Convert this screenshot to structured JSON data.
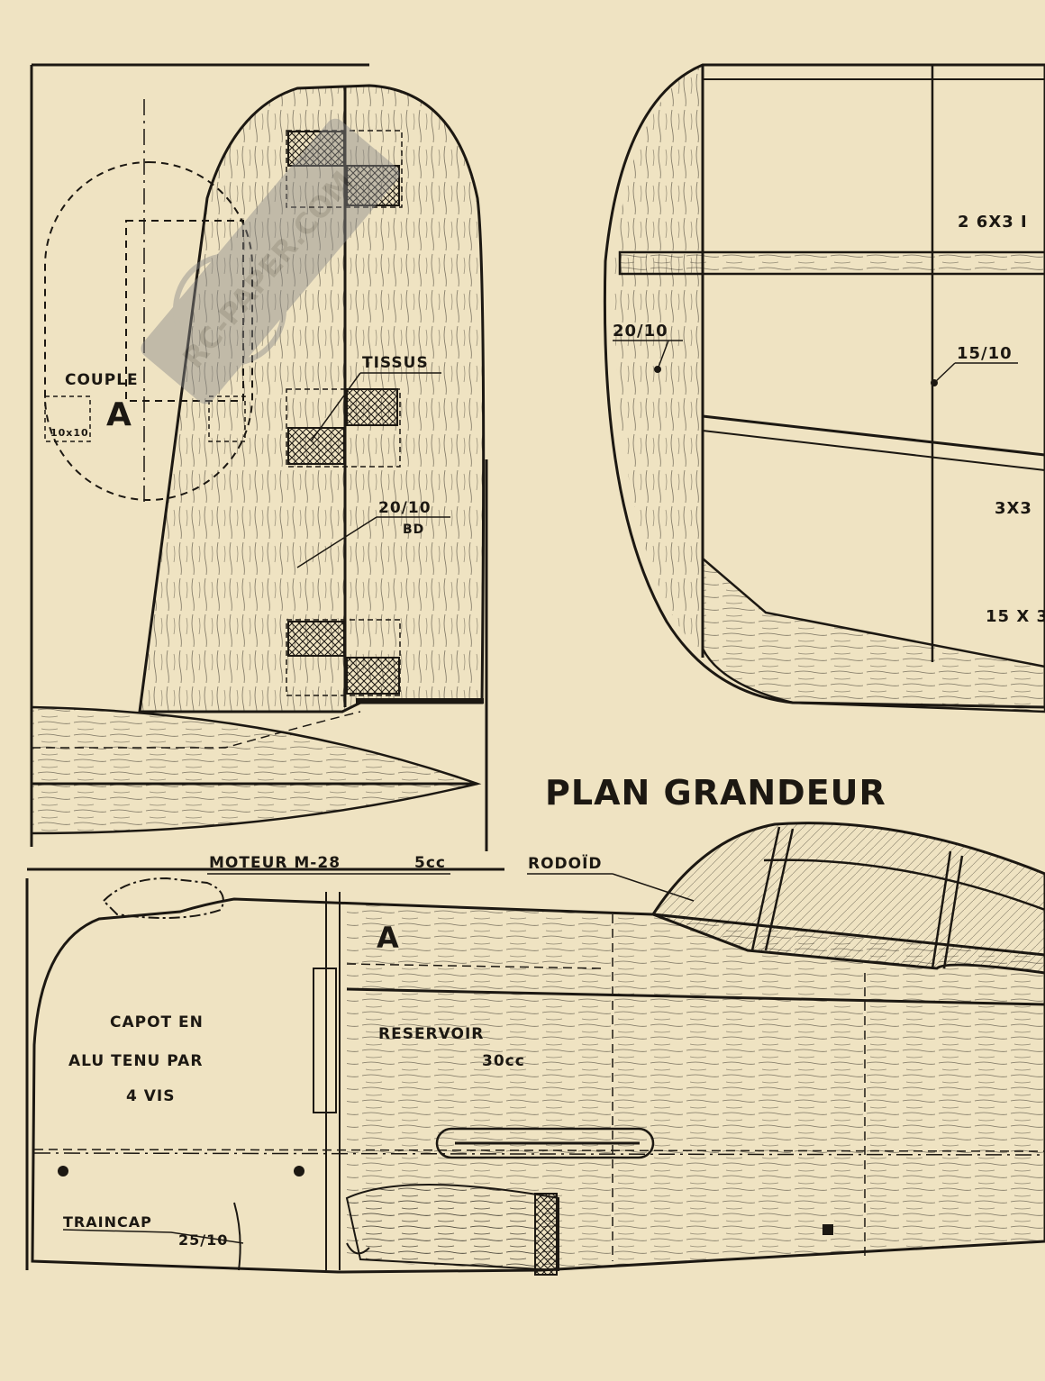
{
  "title": "PLAN GRANDEUR",
  "watermark": "RC-PAPER.COM",
  "colors": {
    "paper": "#efe3c2",
    "ink": "#1c1812",
    "wood": "#d9c79c",
    "watermark": "#7a7a7a"
  },
  "labels": {
    "couple": "COUPLE",
    "couple_letter": "A",
    "couple_size": "10x10",
    "tissus": "TISSUS",
    "fin_thickness": "20/10",
    "fin_bd": "BD",
    "wing_leading": "20/10",
    "wing_spar_label": "2 6X3 I",
    "wing_rib": "15/10",
    "wing_3x3": "3X3",
    "wing_15x3": "15 X 3",
    "moteur": "MOTEUR M-28",
    "moteur_cc": "5cc",
    "rodoid": "RODOÏD",
    "former_a": "A",
    "capot_line1": "CAPOT  EN",
    "capot_line2": "ALU  TENU  PAR",
    "capot_line3": "4  VIS",
    "reservoir": "RESERVOIR",
    "reservoir_cc": "30cc",
    "traincap": "TRAINCAP",
    "traincap_size": "25/10"
  }
}
